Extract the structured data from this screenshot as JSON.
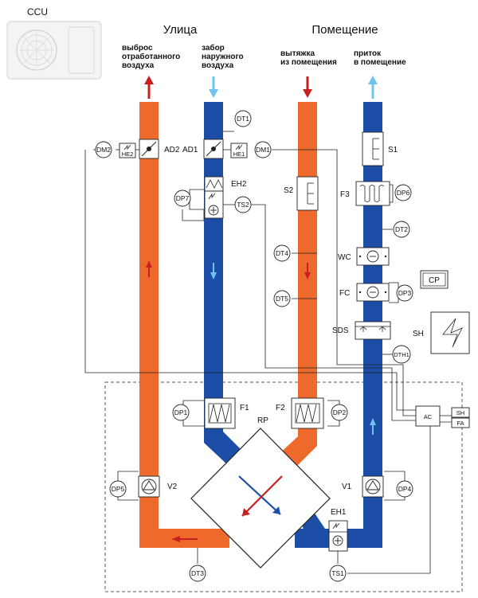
{
  "colors": {
    "exhaust_orange": "#ee6a2c",
    "supply_blue": "#1c4ea8",
    "arrow_red": "#c8201e",
    "arrow_lightblue": "#6ec4ee",
    "line": "#222222"
  },
  "headers": {
    "outside": "Улица",
    "room": "Помещение",
    "unit": "CCU"
  },
  "captions": {
    "exhaust_out": [
      "выброс",
      "отработанного",
      "воздуха"
    ],
    "fresh_in": [
      "забор",
      "наружного",
      "воздуха"
    ],
    "extract": [
      "вытяжка",
      "из помещения"
    ],
    "supply": [
      "приток",
      "в помещение"
    ]
  },
  "components": {
    "AD2": "AD2",
    "AD1": "AD1",
    "EH2": "EH2",
    "S2": "S2",
    "S1": "S1",
    "F3": "F3",
    "WC": "WC",
    "FC": "FC",
    "CP": "CP",
    "SDS": "SDS",
    "SH": "SH",
    "F1": "F1",
    "F2": "F2",
    "RP": "RP",
    "V1": "V1",
    "V2": "V2",
    "EH1": "EH1",
    "AC": "AC",
    "SH_small": "SH",
    "FA": "FA",
    "HE1": "HE1",
    "HE2": "HE2"
  },
  "sensors": {
    "DT1": "DT1",
    "DM1": "DM1",
    "DM2": "DM2",
    "DP7": "DP7",
    "TS2": "TS2",
    "DP6": "DP6",
    "DT2": "DT2",
    "DT4": "DT4",
    "DT5": "DT5",
    "DP3": "DP3",
    "DTH1": "DTH1",
    "DP1": "DP1",
    "DP2": "DP2",
    "DP5": "DP5",
    "DP4": "DP4",
    "DT3": "DT3",
    "TS1": "TS1"
  }
}
